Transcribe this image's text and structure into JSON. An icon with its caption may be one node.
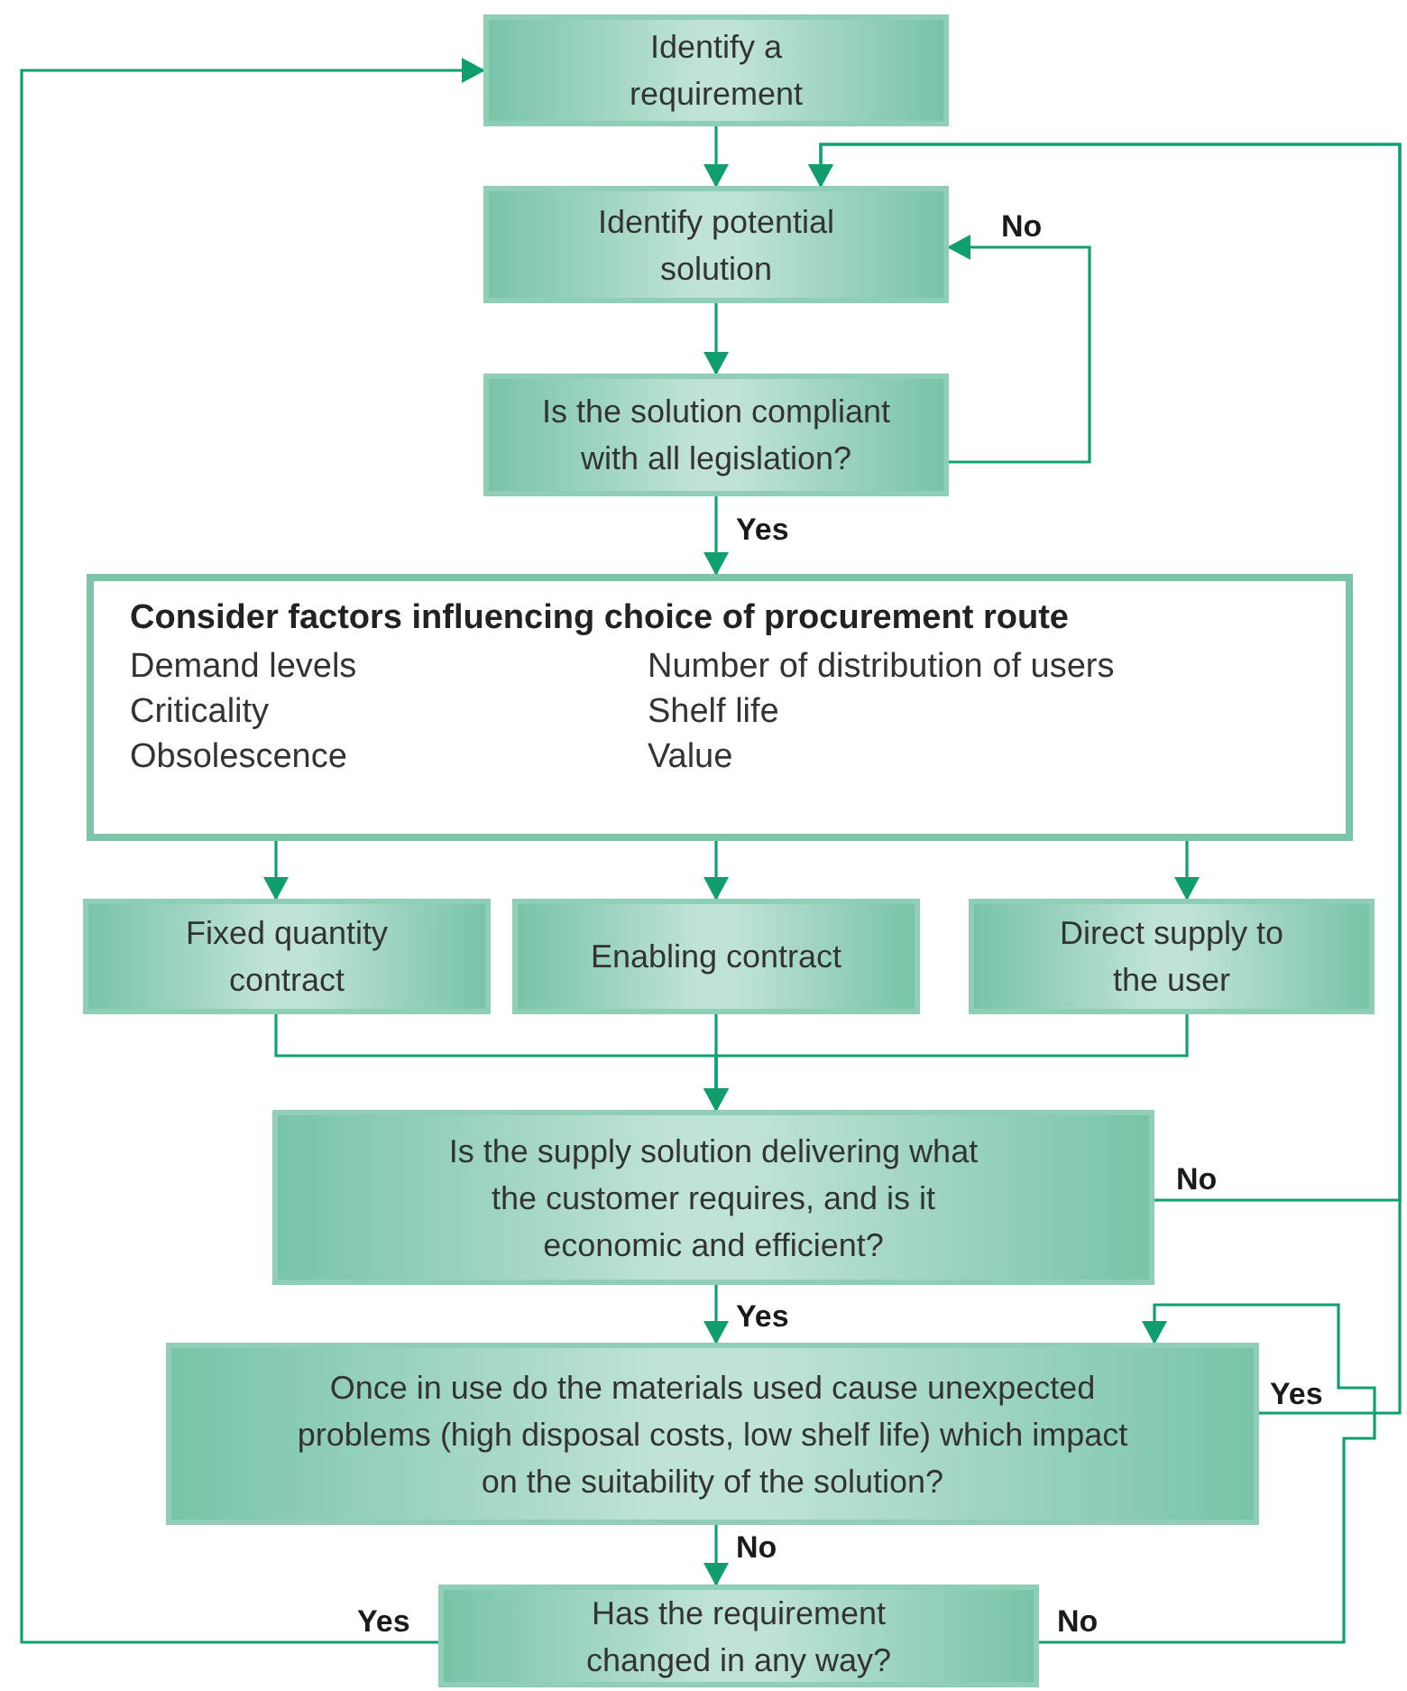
{
  "diagram": {
    "nodes": [
      {
        "text": [
          "Identify a requirement"
        ]
      },
      {
        "text": [
          "Identify potential solution"
        ]
      },
      {
        "text": [
          "Is the solution compliant with all legislation?"
        ]
      },
      {
        "text": [
          "Consider factors influencing choice of procurement route",
          "Demand levels",
          "Criticality",
          "Obsolescence",
          "Number of distribution of users",
          "Shelf life",
          "Value"
        ]
      },
      {
        "text": [
          "Fixed quantity contract"
        ]
      },
      {
        "text": [
          "Enabling contract"
        ]
      },
      {
        "text": [
          "Direct supply to the user"
        ]
      },
      {
        "text": [
          "Is the supply solution delivering what the customer requires, and is it economic and efficient?"
        ]
      },
      {
        "text": [
          "Once in use do the materials used cause unexpected problems (high disposal costs, low shelf life) which impact on the suitability of the solution?"
        ]
      },
      {
        "text": [
          "Has the requirement changed in any way?"
        ]
      }
    ],
    "edges": [
      {
        "from": 0,
        "to": 1,
        "arrow": "to"
      },
      {
        "from": 1,
        "to": 2,
        "arrow": "to"
      },
      {
        "from": 2,
        "to": 1,
        "arrow": "to",
        "label": "No"
      },
      {
        "from": 2,
        "to": 3,
        "arrow": "to",
        "label": "Yes"
      },
      {
        "from": 3,
        "to": 4,
        "arrow": "to"
      },
      {
        "from": 3,
        "to": 5,
        "arrow": "to"
      },
      {
        "from": 3,
        "to": 6,
        "arrow": "to"
      },
      {
        "from": 4,
        "to": 7,
        "arrow": "to"
      },
      {
        "from": 5,
        "to": 7,
        "arrow": "to"
      },
      {
        "from": 6,
        "to": 7,
        "arrow": "to"
      },
      {
        "from": 7,
        "to": 1,
        "arrow": "to",
        "label": "No"
      },
      {
        "from": 7,
        "to": 8,
        "arrow": "to",
        "label": "Yes"
      },
      {
        "from": 8,
        "to": 9,
        "arrow": "to",
        "label": "No"
      },
      {
        "from": 8,
        "to": 1,
        "arrow": "to",
        "label": "Yes"
      },
      {
        "from": 9,
        "to": 8,
        "arrow": "to",
        "label": "No"
      },
      {
        "from": 9,
        "to": 0,
        "arrow": "to",
        "label": "Yes"
      }
    ]
  }
}
